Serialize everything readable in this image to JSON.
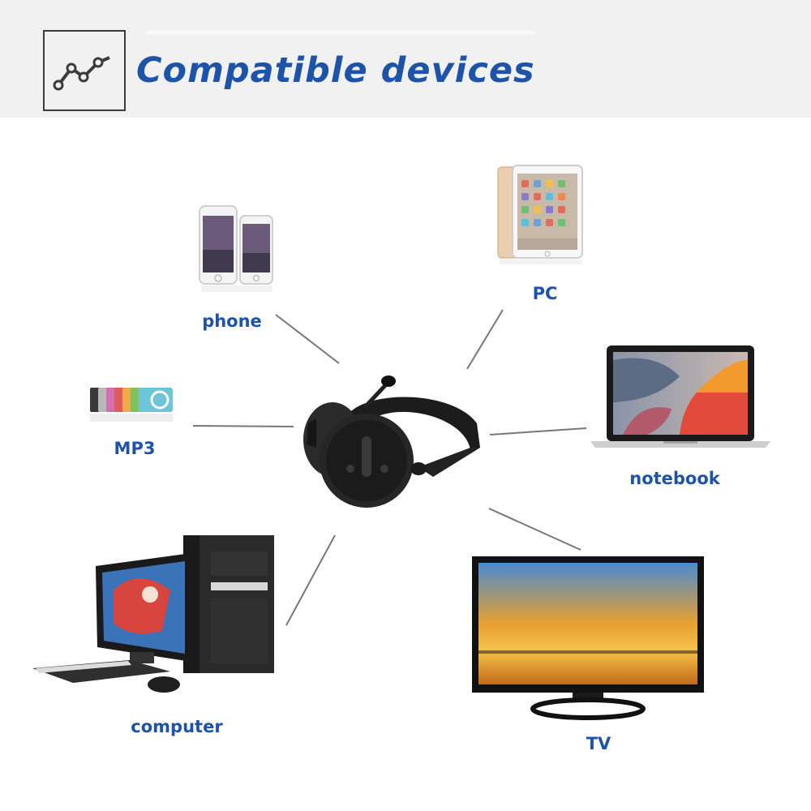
{
  "header": {
    "title": "Compatible devices",
    "icon": "line-chart-icon"
  },
  "devices": [
    {
      "id": "phone",
      "label": "phone",
      "icon": "smartphones-icon"
    },
    {
      "id": "pc",
      "label": "PC",
      "icon": "tablet-icon"
    },
    {
      "id": "mp3",
      "label": "MP3",
      "icon": "mp3-player-icon"
    },
    {
      "id": "notebook",
      "label": "notebook",
      "icon": "laptop-icon"
    },
    {
      "id": "computer",
      "label": "computer",
      "icon": "desktop-computer-icon"
    },
    {
      "id": "tv",
      "label": "TV",
      "icon": "television-icon"
    }
  ],
  "center": {
    "icon": "headset-icon"
  },
  "colors": {
    "accent": "#1d53a8",
    "banner": "#f1f1f1",
    "connector": "#777777"
  }
}
